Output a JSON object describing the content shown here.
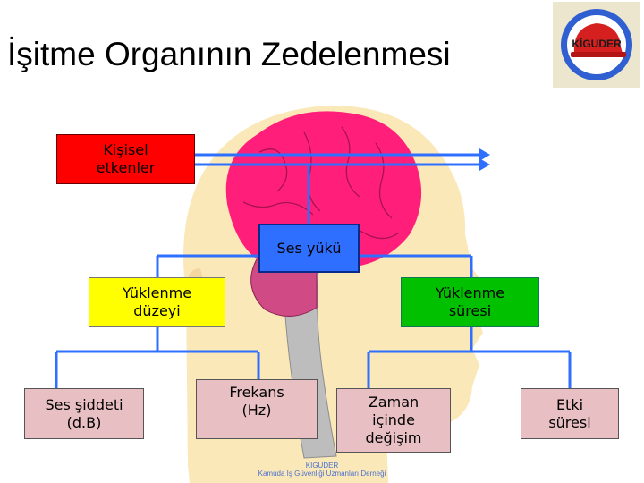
{
  "page": {
    "title": "İşitme Organının Zedelenmesi",
    "logo_text": "KİGUDER",
    "footer_line1": "KİGUDER",
    "footer_line2": "Kamuda İş Güvenliği Uzmanları Derneği"
  },
  "diagram": {
    "personal_factors": "Kişisel\netkenler",
    "noise_load": "Ses yükü",
    "load_level": "Yüklenme\ndüzeyi",
    "load_duration": "Yüklenme\nsüresi",
    "sound_intensity": "Ses şiddeti\n(d.B)",
    "frequency": "Frekans\n(Hz)",
    "time_variation": "Zaman\niçinde\ndeğişim",
    "exposure_time": "Etki\nsüresi"
  },
  "colors": {
    "personal_factors": "#ff0000",
    "noise_load": "#2f6fff",
    "load_level": "#ffff00",
    "load_duration": "#00c000",
    "leaf_boxes": "#e8bfc3",
    "connector": "#2f6fff",
    "brain": "#ff1f7a",
    "face": "#fae8b8"
  }
}
